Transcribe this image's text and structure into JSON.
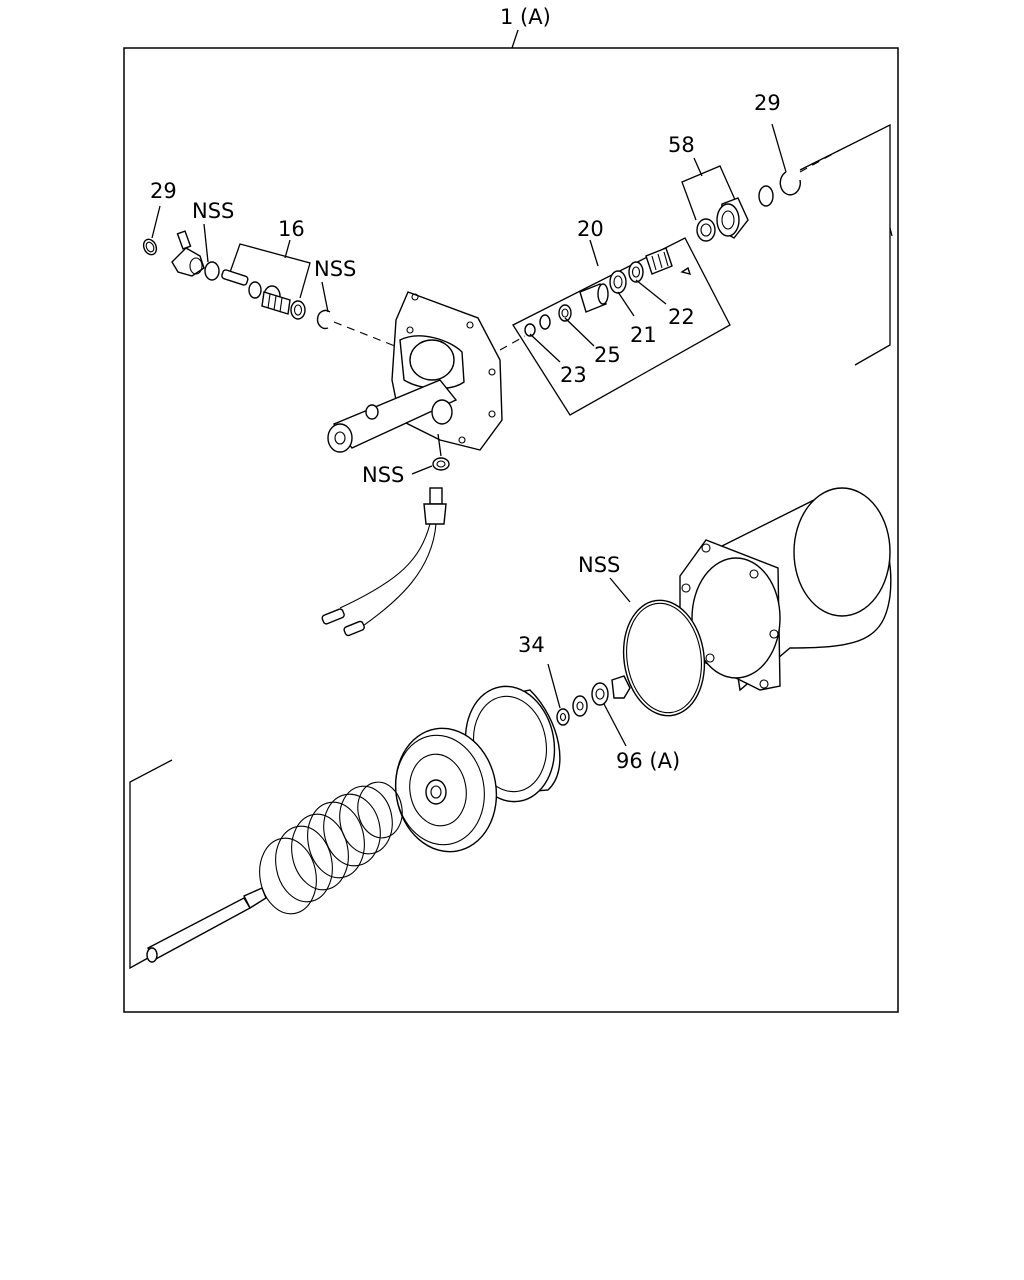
{
  "diagram": {
    "title_label": "1 (A)",
    "callouts": {
      "c29_left": "29",
      "cNSS_1": "NSS",
      "c16": "16",
      "cNSS_2": "NSS",
      "c20": "20",
      "c58": "58",
      "c29_right": "29",
      "c22": "22",
      "c21": "21",
      "c25": "25",
      "c23": "23",
      "cNSS_3": "NSS",
      "cNSS_4": "NSS",
      "c34": "34",
      "c96": "96 (A)"
    }
  }
}
